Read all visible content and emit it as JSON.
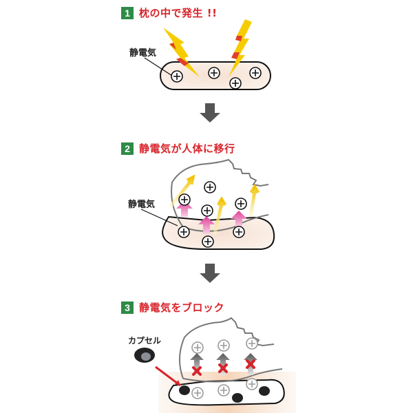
{
  "steps": [
    {
      "number": "1",
      "title": "枕の中で発生 !!",
      "label": "静電気"
    },
    {
      "number": "2",
      "title": "静電気が人体に移行",
      "label": "静電気"
    },
    {
      "number": "3",
      "title": "静電気をブロック",
      "label": "カプセル"
    }
  ],
  "symbols": {
    "charge": "+"
  },
  "colors": {
    "badge": "#2e8b47",
    "title": "#d8232a",
    "arrow": "#555555",
    "bolt": "#f5c800",
    "bolt_accent": "#e0402a",
    "up_arrow_pink": "#e0409a",
    "block_x": "#d8232a"
  }
}
